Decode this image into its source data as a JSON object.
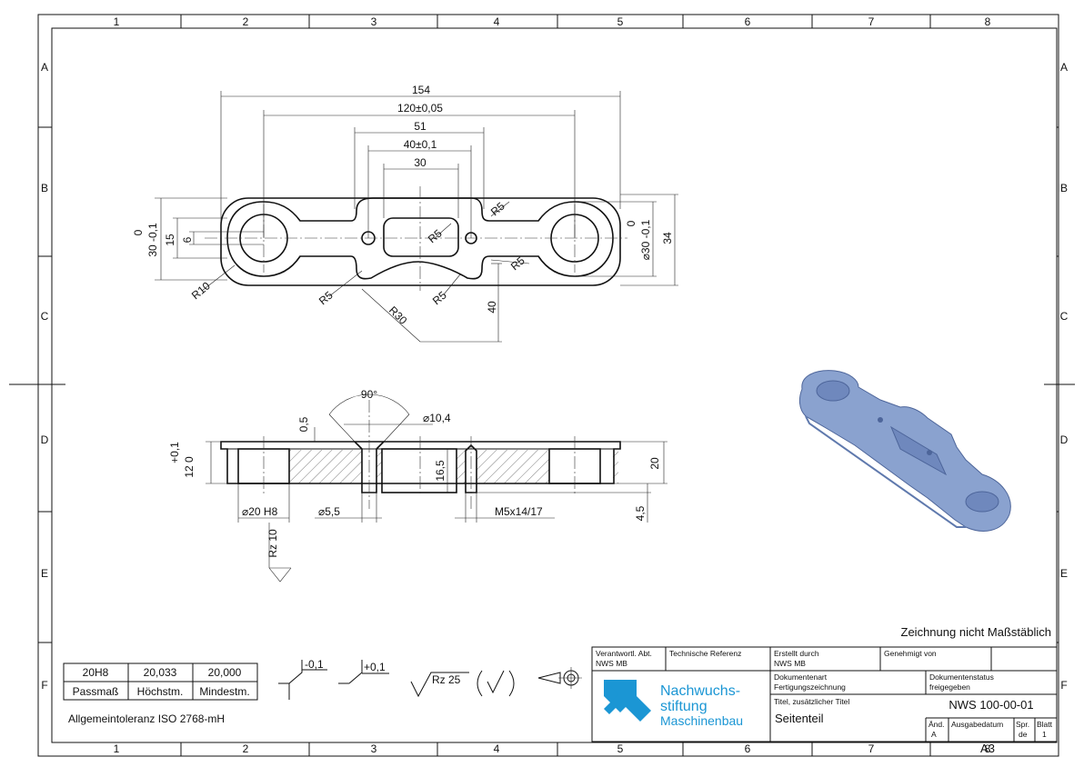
{
  "grid": {
    "columns": [
      "1",
      "2",
      "3",
      "4",
      "5",
      "6",
      "7",
      "8"
    ],
    "rows": [
      "A",
      "B",
      "C",
      "D",
      "E",
      "F"
    ]
  },
  "dimensions": {
    "top": {
      "d154": "154",
      "d120": "120±0,05",
      "d51": "51",
      "d40": "40±0,1",
      "d30": "30",
      "left_tol": "30 -0,1",
      "left_tol_zero": "0",
      "d15": "15",
      "d6": "6",
      "r10": "R10",
      "r5a": "R5",
      "r5b": "R5",
      "r5c": "R5",
      "r5d": "R5",
      "r5e": "R5",
      "r30": "R30",
      "d40v": "40",
      "right_tol": "⌀30 -0,1",
      "right_tol_zero": "0",
      "d34": "34"
    },
    "section": {
      "angle": "90°",
      "d05": "0,5",
      "dia104": "⌀10,4",
      "tol_left": "+0,1",
      "d12": "12 0",
      "d165": "16,5",
      "d20": "20",
      "dia20": "⌀20 H8",
      "dia55": "⌀5,5",
      "thread": "M5x14/17",
      "d45": "4,5",
      "rz10": "Rz 10"
    }
  },
  "symbols": {
    "minus_tol": "-0,1",
    "plus_tol": "+0,1",
    "rz25": "Rz 25"
  },
  "note_scale": "Zeichnung nicht Maßstäblich",
  "fit_table": {
    "headers": [
      "20H8",
      "20,033",
      "20,000"
    ],
    "labels": [
      "Passmaß",
      "Höchstm.",
      "Mindestm."
    ]
  },
  "general_tolerance": "Allgemeintoleranz ISO 2768-mH",
  "title_block": {
    "responsible_label": "Verantwortl. Abt.",
    "responsible_value": "NWS MB",
    "tech_ref_label": "Technische Referenz",
    "created_label": "Erstellt durch",
    "created_value": "NWS MB",
    "approved_label": "Genehmigt von",
    "doc_type_label": "Dokumentenart",
    "doc_type_value": "Fertigungszeichnung",
    "doc_status_label": "Dokumentenstatus",
    "doc_status_value": "freigegeben",
    "title_label": "Titel, zusätzlicher Titel",
    "title_value": "Seitenteil",
    "doc_number": "NWS 100-00-01",
    "rev_label": "Änd.",
    "rev_value": "A",
    "issue_label": "Ausgabedatum",
    "lang_label": "Spr.",
    "lang_value": "de",
    "sheet_label": "Blatt",
    "sheet_value": "1",
    "format": "A3",
    "logo_line1": "Nachwuchs-",
    "logo_line2": "stiftung",
    "logo_line3": "Maschinenbau"
  },
  "colors": {
    "logo_blue": "#1b96d4",
    "part_blue": "#8aa2cf",
    "part_dark": "#5f79ad"
  }
}
